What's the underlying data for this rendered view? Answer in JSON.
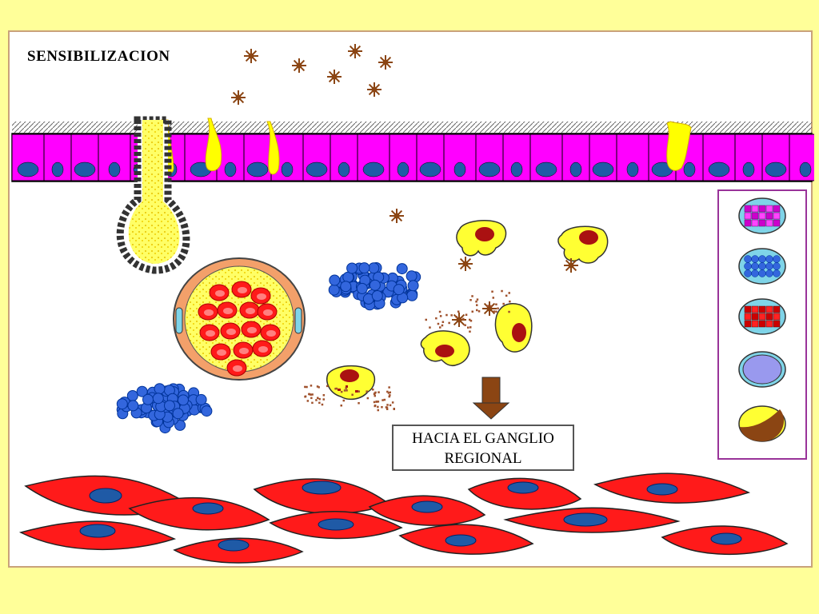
{
  "diagram": {
    "title": "SENSIBILIZACION",
    "destination_label": {
      "line1": "HACIA EL GANGLIO",
      "line2": "REGIONAL"
    }
  },
  "colors": {
    "background": "#ffff99",
    "epithelium": "#ff00ff",
    "nucleus": "#1f5aa6",
    "fibroblast": "#ff1a1a",
    "mast_granules": "#3366dd",
    "langerhans": "#ffff00",
    "antigen": "#8b4513",
    "legend_border": "#993399"
  },
  "legend": {
    "items": [
      {
        "name": "magenta-granulated-cell"
      },
      {
        "name": "blue-granulated-cell"
      },
      {
        "name": "red-granulated-cell"
      },
      {
        "name": "lavender-cell"
      },
      {
        "name": "yellow-brown-cell"
      }
    ]
  }
}
